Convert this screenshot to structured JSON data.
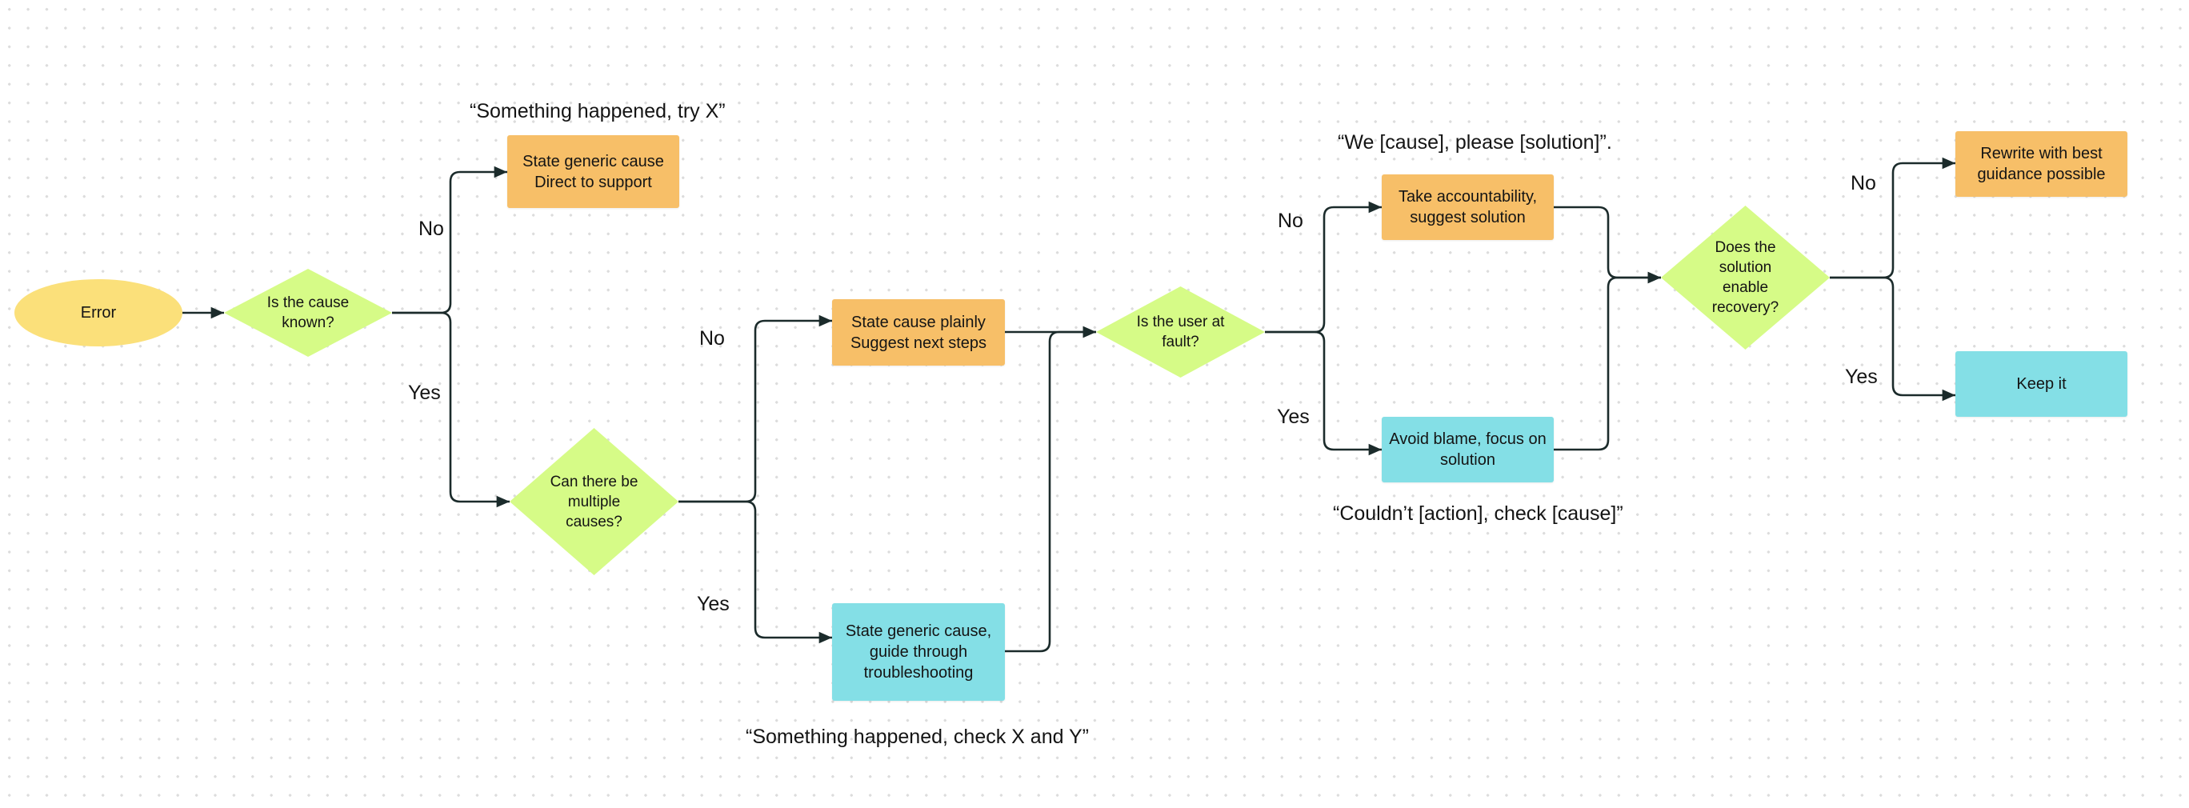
{
  "colors": {
    "terminal": "#fbe07a",
    "decision": "#d6fb87",
    "orange": "#f7bf68",
    "cyan": "#84dfe6",
    "connector": "#1b2b2b",
    "dot_grid": "#dcdcdc"
  },
  "nodes": {
    "error": "Error",
    "cause_known": "Is the cause\nknown?",
    "generic_support": "State generic cause\nDirect to support",
    "multiple_causes": "Can there be\nmultiple\ncauses?",
    "cause_plainly": "State cause plainly\nSuggest next steps",
    "generic_troubleshoot": "State generic cause,\nguide through\ntroubleshooting",
    "user_fault": "Is the user at\nfault?",
    "accountability": "Take accountability,\nsuggest solution",
    "avoid_blame": "Avoid blame, focus on\nsolution",
    "enable_recovery": "Does the\nsolution\nenable\nrecovery?",
    "rewrite": "Rewrite with best\nguidance possible",
    "keep": "Keep it"
  },
  "edge_labels": {
    "cause_known_no": "No",
    "cause_known_yes": "Yes",
    "multiple_no": "No",
    "multiple_yes": "Yes",
    "user_fault_no": "No",
    "user_fault_yes": "Yes",
    "recovery_no": "No",
    "recovery_yes": "Yes"
  },
  "quotes": {
    "something_try": "“Something happened, try X”",
    "something_check": "“Something happened, check X and Y”",
    "we_cause": "“We [cause], please [solution]”.",
    "couldnt_action": "“Couldn’t [action], check [cause]”"
  }
}
